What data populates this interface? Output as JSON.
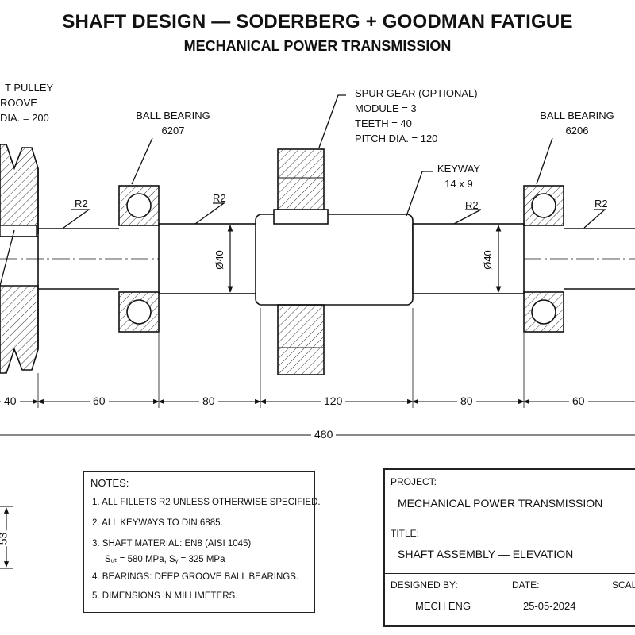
{
  "title": "SHAFT DESIGN — SODERBERG + GOODMAN FATIGUE",
  "subtitle": "MECHANICAL POWER TRANSMISSION",
  "callouts": {
    "pulley": [
      "T PULLEY",
      "ROOVE",
      "DIA. = 200"
    ],
    "bearing_left": [
      "BALL BEARING",
      "6207"
    ],
    "gear": [
      "SPUR GEAR (OPTIONAL)",
      "MODULE = 3",
      "TEETH = 40",
      "PITCH DIA. = 120"
    ],
    "keyway": [
      "KEYWAY",
      "14 x 9"
    ],
    "bearing_right": [
      "BALL BEARING",
      "6206"
    ]
  },
  "fillets": [
    "R2",
    "R2",
    "R2",
    "R2"
  ],
  "diameters": [
    "Ø40",
    "Ø40"
  ],
  "dimensions": {
    "segments": [
      "40",
      "60",
      "80",
      "120",
      "80",
      "60"
    ],
    "overall": "480",
    "side": "53"
  },
  "notes": {
    "heading": "NOTES:",
    "items": [
      "1.  ALL FILLETS R2 UNLESS OTHERWISE SPECIFIED.",
      "2.  ALL KEYWAYS TO DIN 6885.",
      "3.  SHAFT MATERIAL: EN8 (AISI 1045)",
      "4.  BEARINGS: DEEP GROOVE BALL BEARINGS.",
      "5.  DIMENSIONS IN MILLIMETERS."
    ],
    "material_props": "Sᵤₜ = 580 MPa,  Sᵧ = 325 MPa"
  },
  "title_block": {
    "project_label": "PROJECT:",
    "project_value": "MECHANICAL POWER TRANSMISSION",
    "title_label": "TITLE:",
    "title_value": "SHAFT ASSEMBLY — ELEVATION",
    "designed_label": "DESIGNED BY:",
    "designed_value": "MECH ENG",
    "date_label": "DATE:",
    "date_value": "25-05-2024",
    "scale_label": "SCAL"
  }
}
